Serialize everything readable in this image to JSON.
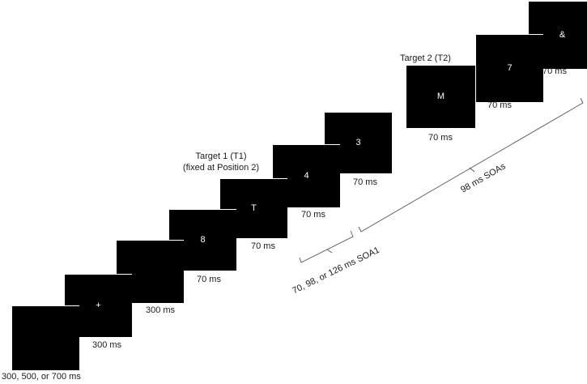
{
  "frames": [
    {
      "symbol": "",
      "duration": "300, 500, or 700 ms"
    },
    {
      "symbol": "+",
      "duration": "300 ms"
    },
    {
      "symbol": "",
      "duration": "300 ms"
    },
    {
      "symbol": "8",
      "duration": "70 ms"
    },
    {
      "symbol": "T",
      "duration": "70 ms"
    },
    {
      "symbol": "4",
      "duration": "70 ms"
    },
    {
      "symbol": "3",
      "duration": "70 ms"
    },
    {
      "symbol": "M",
      "duration": "70 ms"
    },
    {
      "symbol": "7",
      "duration": "70 ms"
    },
    {
      "symbol": "&",
      "duration": "70 ms"
    }
  ],
  "annotations": {
    "target1_line1": "Target 1 (T1)",
    "target1_line2": "(fixed at Position 2)",
    "target2": "Target 2 (T2)",
    "soa1": "70, 98, or 126 ms SOA1",
    "soas": "98 ms SOAs"
  }
}
